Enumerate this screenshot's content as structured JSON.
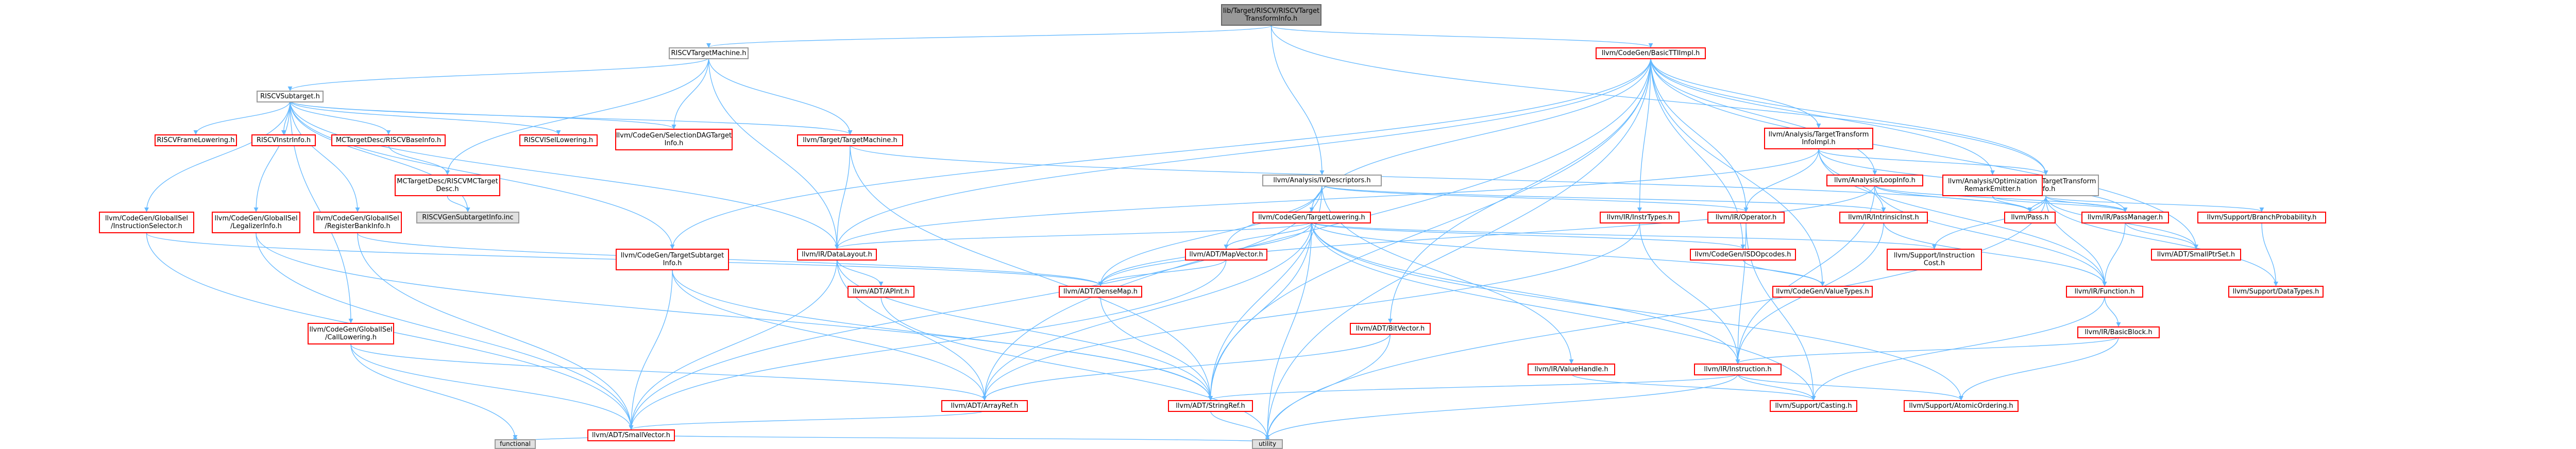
{
  "nodes": [
    {
      "id": "root",
      "label": "lib/Target/RISCV/RISCVTarget\nTransformInfo.h",
      "kind": "root"
    },
    {
      "id": "rvtm",
      "label": "RISCVTargetMachine.h",
      "kind": "normal"
    },
    {
      "id": "basictti",
      "label": "llvm/CodeGen/BasicTTIImpl.h",
      "kind": "red"
    },
    {
      "id": "subtarget",
      "label": "RISCVSubtarget.h",
      "kind": "normal"
    },
    {
      "id": "analysis_ivd",
      "label": "llvm/Analysis/IVDescriptors.h",
      "kind": "normal"
    },
    {
      "id": "tti_impl",
      "label": "llvm/Analysis/TargetTransform\nInfoImpl.h",
      "kind": "red"
    },
    {
      "id": "tti",
      "label": "llvm/Analysis/TargetTransform\nInfo.h",
      "kind": "normal"
    },
    {
      "id": "frame",
      "label": "RISCVFrameLowering.h",
      "kind": "red"
    },
    {
      "id": "instrinfo",
      "label": "RISCVInstrInfo.h",
      "kind": "red"
    },
    {
      "id": "mcbase",
      "label": "MCTargetDesc/RISCVBaseInfo.h",
      "kind": "red"
    },
    {
      "id": "isel",
      "label": "RISCVISelLowering.h",
      "kind": "red"
    },
    {
      "id": "seldag",
      "label": "llvm/CodeGen/SelectionDAGTarget\nInfo.h",
      "kind": "red"
    },
    {
      "id": "targetmachine",
      "label": "llvm/Target/TargetMachine.h",
      "kind": "red"
    },
    {
      "id": "mcdesc",
      "label": "MCTargetDesc/RISCVMCTarget\nDesc.h",
      "kind": "red"
    },
    {
      "id": "gensub",
      "label": "RISCVGenSubtargetInfo.inc",
      "kind": "grey"
    },
    {
      "id": "loopinfo",
      "label": "llvm/Analysis/LoopInfo.h",
      "kind": "red"
    },
    {
      "id": "optremark",
      "label": "llvm/Analysis/Optimization\nRemarkEmitter.h",
      "kind": "red"
    },
    {
      "id": "gisel_is",
      "label": "llvm/CodeGen/GlobalISel\n/InstructionSelector.h",
      "kind": "red"
    },
    {
      "id": "gisel_leg",
      "label": "llvm/CodeGen/GlobalISel\n/LegalizerInfo.h",
      "kind": "red"
    },
    {
      "id": "gisel_rb",
      "label": "llvm/CodeGen/GlobalISel\n/RegisterBankInfo.h",
      "kind": "red"
    },
    {
      "id": "targetsub",
      "label": "llvm/CodeGen/TargetSubtarget\nInfo.h",
      "kind": "red"
    },
    {
      "id": "targetlow",
      "label": "llvm/CodeGen/TargetLowering.h",
      "kind": "red"
    },
    {
      "id": "instrtypes",
      "label": "llvm/IR/InstrTypes.h",
      "kind": "red"
    },
    {
      "id": "operator",
      "label": "llvm/IR/Operator.h",
      "kind": "red"
    },
    {
      "id": "intrinsic",
      "label": "llvm/IR/IntrinsicInst.h",
      "kind": "red"
    },
    {
      "id": "pass",
      "label": "llvm/Pass.h",
      "kind": "red"
    },
    {
      "id": "passmgr",
      "label": "llvm/IR/PassManager.h",
      "kind": "red"
    },
    {
      "id": "branchprob",
      "label": "llvm/Support/BranchProbability.h",
      "kind": "red"
    },
    {
      "id": "datalayout",
      "label": "llvm/IR/DataLayout.h",
      "kind": "red"
    },
    {
      "id": "mapvector",
      "label": "llvm/ADT/MapVector.h",
      "kind": "red"
    },
    {
      "id": "instrcost",
      "label": "llvm/Support/Instruction\nCost.h",
      "kind": "red"
    },
    {
      "id": "isdopcodes",
      "label": "llvm/CodeGen/ISDOpcodes.h",
      "kind": "red"
    },
    {
      "id": "function",
      "label": "llvm/IR/Function.h",
      "kind": "red"
    },
    {
      "id": "smallptrset",
      "label": "llvm/ADT/SmallPtrSet.h",
      "kind": "red"
    },
    {
      "id": "datatypes",
      "label": "llvm/Support/DataTypes.h",
      "kind": "red"
    },
    {
      "id": "apint",
      "label": "llvm/ADT/APInt.h",
      "kind": "red"
    },
    {
      "id": "densemap",
      "label": "llvm/ADT/DenseMap.h",
      "kind": "red"
    },
    {
      "id": "valuetypes",
      "label": "llvm/CodeGen/ValueTypes.h",
      "kind": "red"
    },
    {
      "id": "basicblock",
      "label": "llvm/IR/BasicBlock.h",
      "kind": "red"
    },
    {
      "id": "gisel_cl",
      "label": "llvm/CodeGen/GlobalISel\n/CallLowering.h",
      "kind": "red"
    },
    {
      "id": "bitvector",
      "label": "llvm/ADT/BitVector.h",
      "kind": "red"
    },
    {
      "id": "valuehandle",
      "label": "llvm/IR/ValueHandle.h",
      "kind": "red"
    },
    {
      "id": "instruction",
      "label": "llvm/IR/Instruction.h",
      "kind": "red"
    },
    {
      "id": "arrayref",
      "label": "llvm/ADT/ArrayRef.h",
      "kind": "red"
    },
    {
      "id": "stringref",
      "label": "llvm/ADT/StringRef.h",
      "kind": "red"
    },
    {
      "id": "casting",
      "label": "llvm/Support/Casting.h",
      "kind": "red"
    },
    {
      "id": "atomic",
      "label": "llvm/Support/AtomicOrdering.h",
      "kind": "red"
    },
    {
      "id": "smallvector",
      "label": "llvm/ADT/SmallVector.h",
      "kind": "red"
    },
    {
      "id": "functional",
      "label": "functional",
      "kind": "grey"
    },
    {
      "id": "utility",
      "label": "utility",
      "kind": "grey"
    }
  ]
}
